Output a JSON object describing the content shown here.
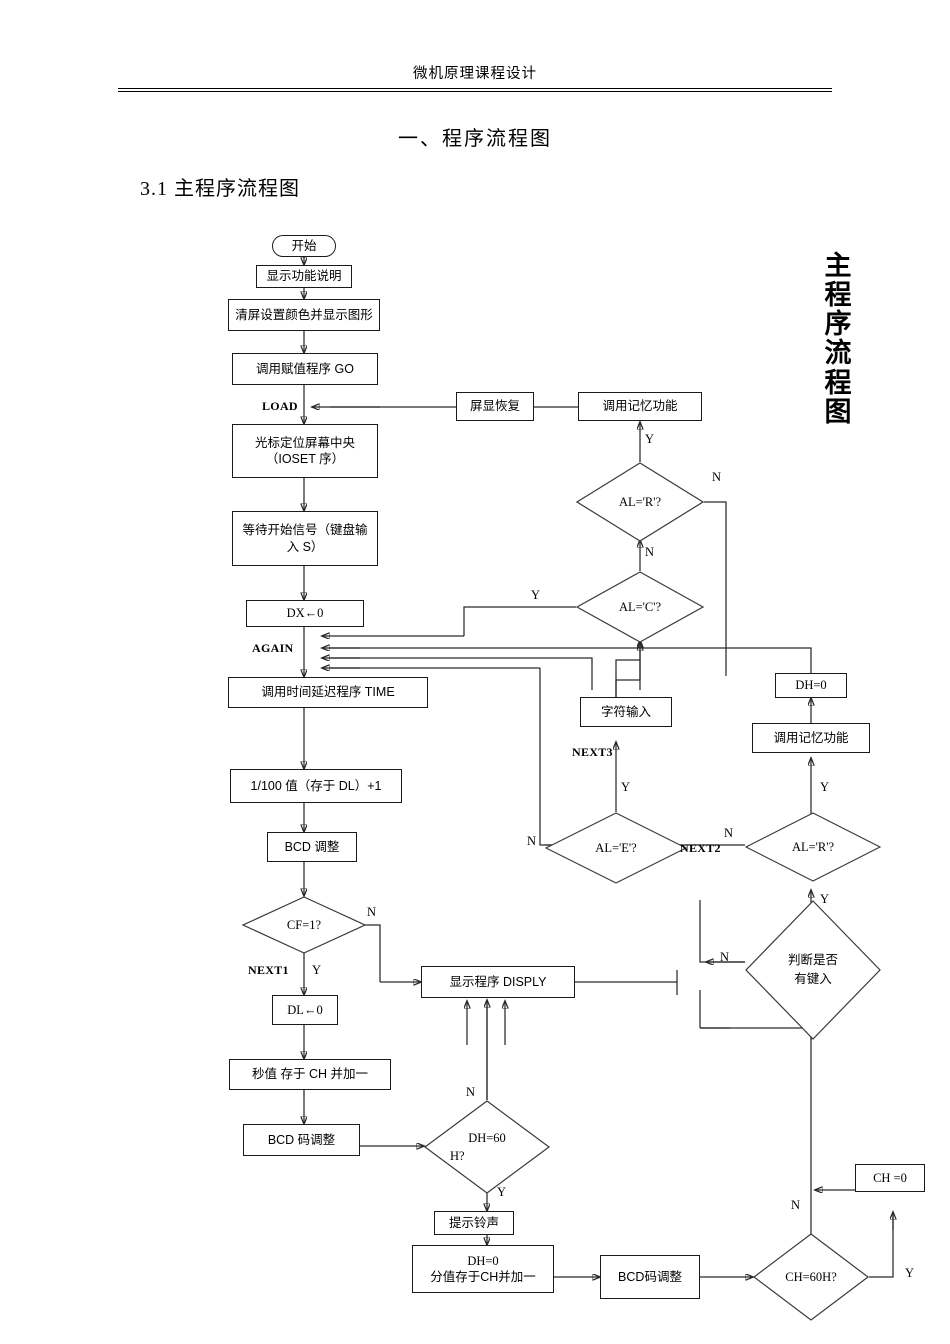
{
  "header": {
    "running_head": "微机原理课程设计"
  },
  "document": {
    "title": "一、程序流程图",
    "section": "3.1 主程序流程图",
    "vertical_title_chars": [
      "主",
      "程",
      "序",
      "流",
      "程",
      "图"
    ]
  },
  "flowchart": {
    "nodes": {
      "start": "开始",
      "show_function": "显示功能说明",
      "clear_screen": "清屏设置颜色并显示图形",
      "call_go": "调用赋值程序 GO",
      "cursor_center": "光标定位屏幕中央（IOSET 序）",
      "wait_start": "等待开始信号（键盘输入 S）",
      "dx_zero": "DX←0",
      "call_time": "调用时间延迟程序 TIME",
      "hundredth": "1/100 值（存于 DL）+1",
      "bcd_adjust": "BCD 调整",
      "dl_zero": "DL←0",
      "sec_ch": "秒值 存于 CH 并加一",
      "bcd_code_adjust": "BCD 码调整",
      "bell": "提示铃声",
      "dh_zero_min": "DH=0\n分值存于CH并加一",
      "dh_zero_min_line1": "DH=0",
      "dh_zero_min_line2": "分值存于CH并加一",
      "bcd_code_adjust2": "BCD码调整",
      "ch_zero": "CH =0",
      "display": "显示程序 DISPLY",
      "screen_restore": "屏显恢复",
      "call_memory_top": "调用记忆功能",
      "call_memory_right": "调用记忆功能",
      "dh_zero_right": "DH=0",
      "char_input": "字符输入"
    },
    "decisions": {
      "al_r_top": "AL='R'?",
      "al_c": "AL='C'?",
      "al_e": "AL='E'?",
      "al_r_right": "AL='R'?",
      "key_pressed_l1": "判断是否",
      "key_pressed_l2": "有键入",
      "cf_one": "CF=1?",
      "dh_60_l1": "DH=60",
      "dh_60_l2": "H?",
      "ch_60": "CH=60H?"
    },
    "labels": {
      "load": "LOAD",
      "again": "AGAIN",
      "next1": "NEXT1",
      "next2": "NEXT2",
      "next3": "NEXT3",
      "yes": "Y",
      "no": "N"
    }
  }
}
